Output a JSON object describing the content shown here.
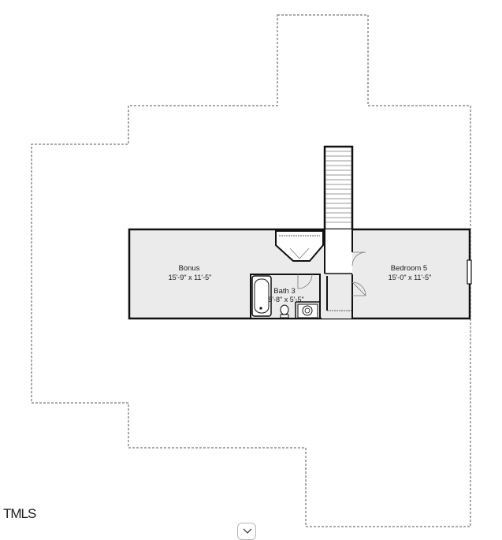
{
  "rooms": {
    "bonus": {
      "name": "Bonus",
      "dims": "15'-9\" x 11'-5\""
    },
    "bedroom5": {
      "name": "Bedroom 5",
      "dims": "15'-0\" x 11'-5\""
    },
    "bath3": {
      "name": "Bath 3",
      "dims": "8'-8\" x 5'-5\""
    }
  },
  "watermark": "TMLS",
  "expand_icon": "chevron-down-icon",
  "colors": {
    "room_fill": "#ebebeb",
    "wall": "#111111",
    "outline_dashed": "#555555",
    "background": "#ffffff"
  }
}
